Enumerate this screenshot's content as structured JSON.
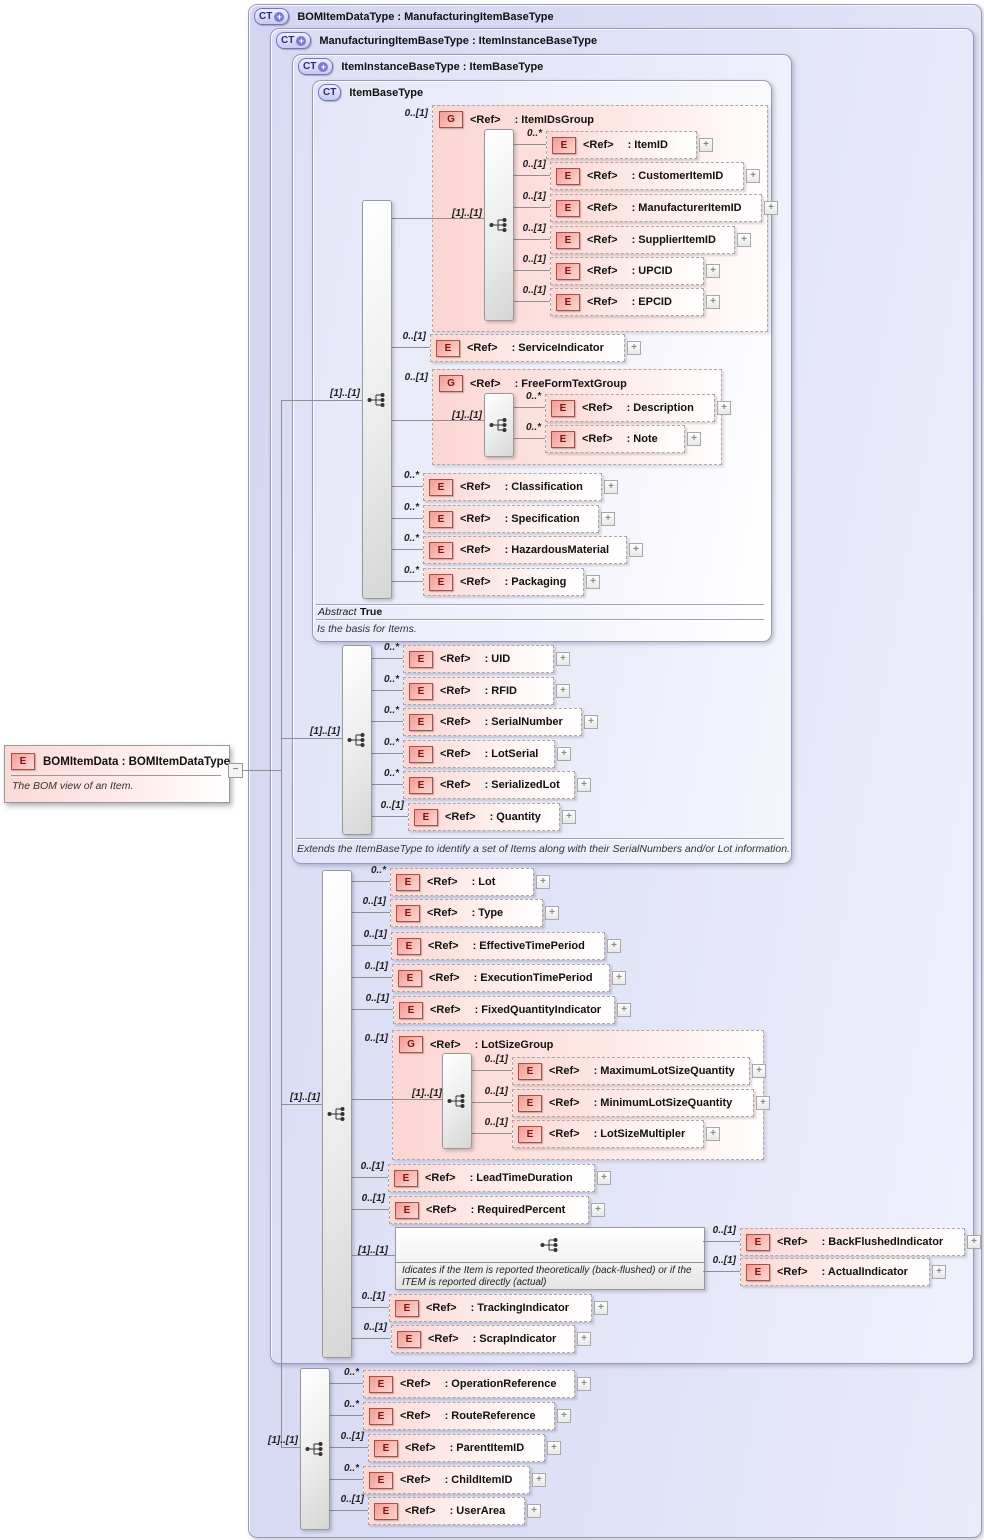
{
  "labels": {
    "ref": "<Ref>",
    "element_badge": "E",
    "group_badge": "G",
    "ct_badge": "CT",
    "ct_plus": "+",
    "expand": "+",
    "collapse": "−",
    "seq_card": "[1]..[1]"
  },
  "root": {
    "title": "BOMItemData : BOMItemDataType",
    "annotation": "The BOM view of an Item."
  },
  "containers": {
    "c1": {
      "title": "BOMItemDataType : ManufacturingItemBaseType"
    },
    "c2": {
      "title": "ManufacturingItemBaseType : ItemInstanceBaseType"
    },
    "c3": {
      "title": "ItemInstanceBaseType : ItemBaseType",
      "footer": "Extends the ItemBaseType to identify a set of Items along with their SerialNumbers and/or Lot information."
    },
    "c4": {
      "title": "ItemBaseType",
      "abstract_label": "Abstract",
      "abstract_value": "True",
      "footer": "Is the basis for Items."
    }
  },
  "choice": {
    "card": "[1]..[1]",
    "note": "Idicates if the Item is reported theoretically (back-flushed) or if the ITEM is reported directly (actual)"
  },
  "nodes": {
    "item_ids_group": {
      "card": "0..[1]",
      "name": ": ItemIDsGroup"
    },
    "item_id": {
      "card": "0..*",
      "name": ": ItemID"
    },
    "customer_item_id": {
      "card": "0..[1]",
      "name": ": CustomerItemID"
    },
    "manufacturer_item_id": {
      "card": "0..[1]",
      "name": ": ManufacturerItemID"
    },
    "supplier_item_id": {
      "card": "0..[1]",
      "name": ": SupplierItemID"
    },
    "upc_id": {
      "card": "0..[1]",
      "name": ": UPCID"
    },
    "epc_id": {
      "card": "0..[1]",
      "name": ": EPCID"
    },
    "service_indicator": {
      "card": "0..[1]",
      "name": ": ServiceIndicator"
    },
    "free_form_text_group": {
      "card": "0..[1]",
      "name": ": FreeFormTextGroup"
    },
    "description": {
      "card": "0..*",
      "name": ": Description"
    },
    "note": {
      "card": "0..*",
      "name": ": Note"
    },
    "classification": {
      "card": "0..*",
      "name": ": Classification"
    },
    "specification": {
      "card": "0..*",
      "name": ": Specification"
    },
    "hazardous_material": {
      "card": "0..*",
      "name": ": HazardousMaterial"
    },
    "packaging": {
      "card": "0..*",
      "name": ": Packaging"
    },
    "uid": {
      "card": "0..*",
      "name": ": UID"
    },
    "rfid": {
      "card": "0..*",
      "name": ": RFID"
    },
    "serial_number": {
      "card": "0..*",
      "name": ": SerialNumber"
    },
    "lot_serial": {
      "card": "0..*",
      "name": ": LotSerial"
    },
    "serialized_lot": {
      "card": "0..*",
      "name": ": SerializedLot"
    },
    "quantity": {
      "card": "0..[1]",
      "name": ": Quantity"
    },
    "lot": {
      "card": "0..*",
      "name": ": Lot"
    },
    "type": {
      "card": "0..[1]",
      "name": ": Type"
    },
    "effective_time_period": {
      "card": "0..[1]",
      "name": ": EffectiveTimePeriod"
    },
    "execution_time_period": {
      "card": "0..[1]",
      "name": ": ExecutionTimePeriod"
    },
    "fixed_quantity_indicator": {
      "card": "0..[1]",
      "name": ": FixedQuantityIndicator"
    },
    "lot_size_group": {
      "card": "0..[1]",
      "name": ": LotSizeGroup"
    },
    "maximum_lot_size_quantity": {
      "card": "0..[1]",
      "name": ": MaximumLotSizeQuantity"
    },
    "minimum_lot_size_quantity": {
      "card": "0..[1]",
      "name": ": MinimumLotSizeQuantity"
    },
    "lot_size_multipler": {
      "card": "0..[1]",
      "name": ": LotSizeMultipler"
    },
    "lead_time_duration": {
      "card": "0..[1]",
      "name": ": LeadTimeDuration"
    },
    "required_percent": {
      "card": "0..[1]",
      "name": ": RequiredPercent"
    },
    "back_flushed_indicator": {
      "card": "0..[1]",
      "name": ": BackFlushedIndicator"
    },
    "actual_indicator": {
      "card": "0..[1]",
      "name": ": ActualIndicator"
    },
    "tracking_indicator": {
      "card": "0..[1]",
      "name": ": TrackingIndicator"
    },
    "scrap_indicator": {
      "card": "0..[1]",
      "name": ": ScrapIndicator"
    },
    "operation_reference": {
      "card": "0..*",
      "name": ": OperationReference"
    },
    "route_reference": {
      "card": "0..*",
      "name": ": RouteReference"
    },
    "parent_item_id": {
      "card": "0..[1]",
      "name": ": ParentItemID"
    },
    "child_item_id": {
      "card": "0..*",
      "name": ": ChildItemID"
    },
    "user_area": {
      "card": "0..[1]",
      "name": ": UserArea"
    }
  },
  "colors": {
    "container_fill": "#dcdef6",
    "element_fill": "#fcd7d4",
    "element_badge_border": "#a94f46",
    "ct_badge_border": "#7173c4",
    "connector": "#8f8f8f"
  }
}
